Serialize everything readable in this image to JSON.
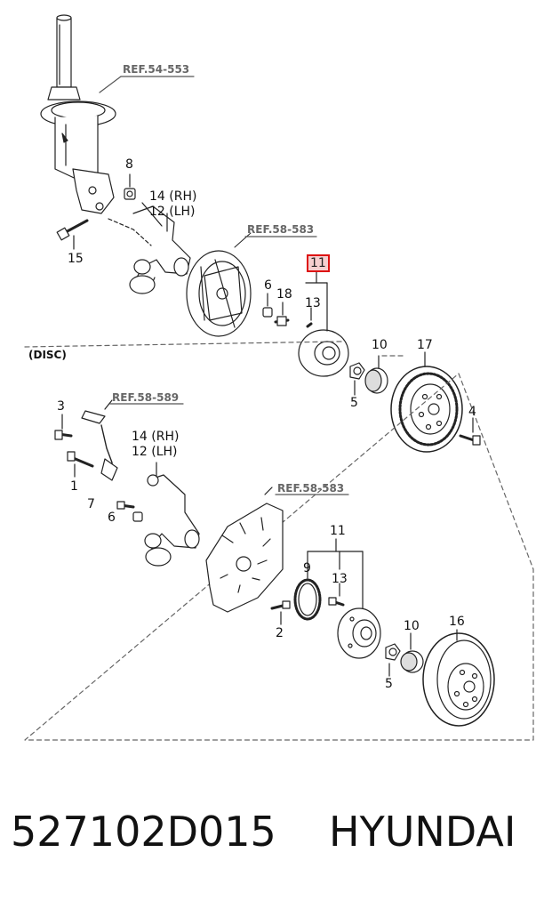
{
  "section_label": "(DISC)",
  "references": {
    "ref_54_553": "REF.54-553",
    "ref_58_583_top": "REF.58-583",
    "ref_58_589": "REF.58-589",
    "ref_58_583_bottom": "REF.58-583"
  },
  "callouts_top": {
    "c8": "8",
    "c14": "14 (RH)",
    "c12": "12 (LH)",
    "c15": "15",
    "c6": "6",
    "c18": "18",
    "c11": "11",
    "c13": "13",
    "c10": "10",
    "c17": "17",
    "c5": "5",
    "c4": "4"
  },
  "callouts_bottom": {
    "c3": "3",
    "c1": "1",
    "c14": "14 (RH)",
    "c12": "12 (LH)",
    "c7": "7",
    "c6": "6",
    "c11": "11",
    "c9": "9",
    "c13": "13",
    "c2": "2",
    "c10": "10",
    "c16": "16",
    "c5": "5"
  },
  "footer": {
    "part_number": "527102D015",
    "brand": "HYUNDAI"
  },
  "colors": {
    "highlight_border": "#dd1111",
    "highlight_fill": "#f5cfcf",
    "line": "#222222",
    "ref_text": "#666666"
  }
}
